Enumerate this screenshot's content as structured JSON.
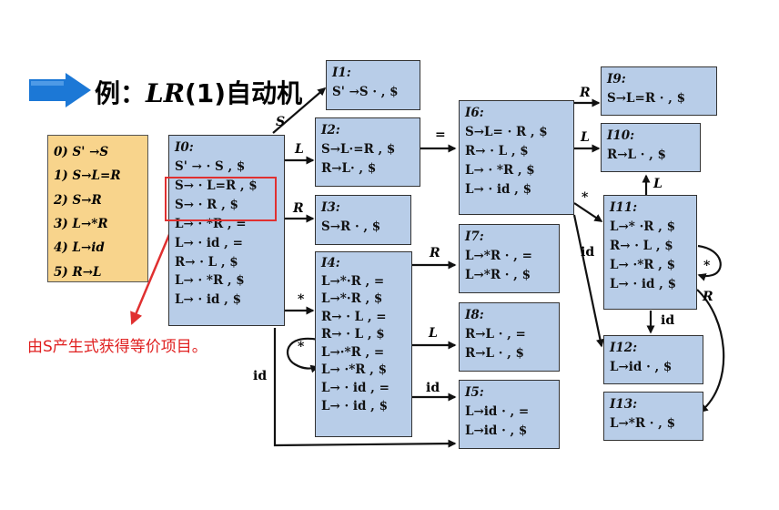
{
  "title": {
    "prefix": "例：",
    "lr": "LR",
    "paren": "(1)",
    "suffix": "自动机"
  },
  "grammar": [
    "0) S' →S",
    "1) S→L=R",
    "2) S→R",
    "3) L→*R",
    "4) L→id",
    "5) R→L"
  ],
  "annotation": "由S产生式获得等价项目。",
  "states": {
    "I0": {
      "name": "I0:",
      "items": [
        "S' → · S , $",
        "S→ · L=R , $",
        "S→ · R , $",
        "L→ · *R , =",
        "L→ · id , =",
        "R→ · L , $",
        "L→ · *R , $",
        "L→ · id , $"
      ]
    },
    "I1": {
      "name": "I1:",
      "items": [
        "S' →S · , $"
      ]
    },
    "I2": {
      "name": "I2:",
      "items": [
        "S→L·=R , $",
        "R→L· , $"
      ]
    },
    "I3": {
      "name": "I3:",
      "items": [
        "S→R · , $"
      ]
    },
    "I4": {
      "name": "I4:",
      "items": [
        "L→*·R , =",
        "L→*·R , $",
        "R→ · L , =",
        "R→ · L , $",
        "L→·*R , =",
        "L→ ·*R , $",
        "L→ · id , =",
        "L→ · id , $"
      ]
    },
    "I5": {
      "name": "I5:",
      "items": [
        "L→id · , =",
        "L→id · , $"
      ]
    },
    "I6": {
      "name": "I6:",
      "items": [
        "S→L= · R , $",
        "R→ · L , $",
        "L→ · *R , $",
        "L→ · id , $"
      ]
    },
    "I7": {
      "name": "I7:",
      "items": [
        "L→*R · , =",
        "L→*R · , $"
      ]
    },
    "I8": {
      "name": "I8:",
      "items": [
        "R→L · , =",
        "R→L · , $"
      ]
    },
    "I9": {
      "name": "I9:",
      "items": [
        "S→L=R · , $"
      ]
    },
    "I10": {
      "name": "I10:",
      "items": [
        "R→L · , $"
      ]
    },
    "I11": {
      "name": "I11:",
      "items": [
        "L→* ·R , $",
        "R→ · L , $",
        "L→ ·*R , $",
        "L→ · id , $"
      ]
    },
    "I12": {
      "name": "I12:",
      "items": [
        "L→id · , $"
      ]
    },
    "I13": {
      "name": "I13:",
      "items": [
        "L→*R · , $"
      ]
    }
  },
  "edge_labels": {
    "I0_I1": "S",
    "I0_I2": "L",
    "I0_I3": "R",
    "I0_I4": "*",
    "I0_I5": "id",
    "I2_I6": "=",
    "I4_I4": "*",
    "I4_I7": "R",
    "I4_I8": "L",
    "I4_I5": "id",
    "I6_I9": "R",
    "I6_I10": "L",
    "I6_I11": "*",
    "I6_I12": "id",
    "I11_I10": "L",
    "I11_I11": "*",
    "I11_I12": "id",
    "I11_I13": "R"
  },
  "colors": {
    "state_fill": "#b8cde8",
    "grammar_fill": "#f8d48c",
    "highlight": "#e03030",
    "annotation": "#e02020",
    "title_arrow": "#1c78d6"
  }
}
